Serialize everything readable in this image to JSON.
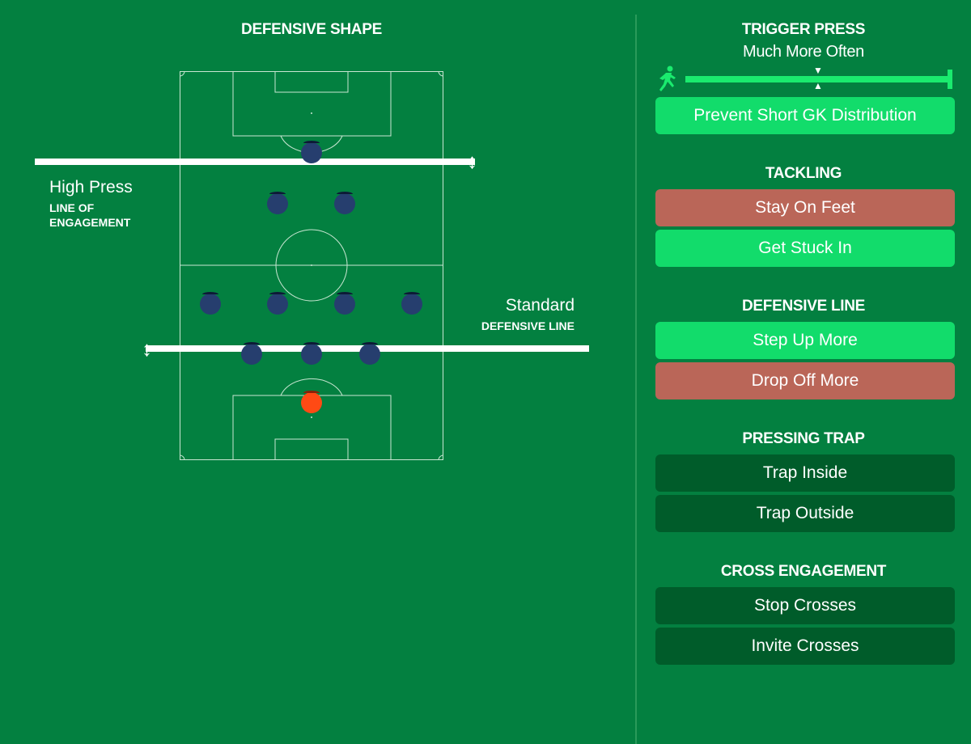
{
  "left": {
    "title": "DEFENSIVE SHAPE",
    "line_of_engagement": {
      "value": "High Press",
      "label": "LINE OF ENGAGEMENT"
    },
    "defensive_line": {
      "value": "Standard",
      "label": "DEFENSIVE LINE"
    },
    "players_color": "#263e6e",
    "goalkeeper_color": "#ff4a14"
  },
  "right": {
    "trigger_press": {
      "title": "TRIGGER PRESS",
      "value": "Much More Often",
      "icon": "running-player-icon",
      "button": "Prevent Short GK Distribution"
    },
    "tackling": {
      "title": "TACKLING",
      "options": [
        "Stay On Feet",
        "Get Stuck In"
      ]
    },
    "defensive_line": {
      "title": "DEFENSIVE LINE",
      "options": [
        "Step Up More",
        "Drop Off More"
      ]
    },
    "pressing_trap": {
      "title": "PRESSING TRAP",
      "options": [
        "Trap Inside",
        "Trap Outside"
      ]
    },
    "cross_engagement": {
      "title": "CROSS ENGAGEMENT",
      "options": [
        "Stop Crosses",
        "Invite Crosses"
      ]
    },
    "colors": {
      "active": "#12dc6b",
      "disabled": "#ba6658",
      "inactive": "#005c2a",
      "background": "#038040"
    }
  }
}
